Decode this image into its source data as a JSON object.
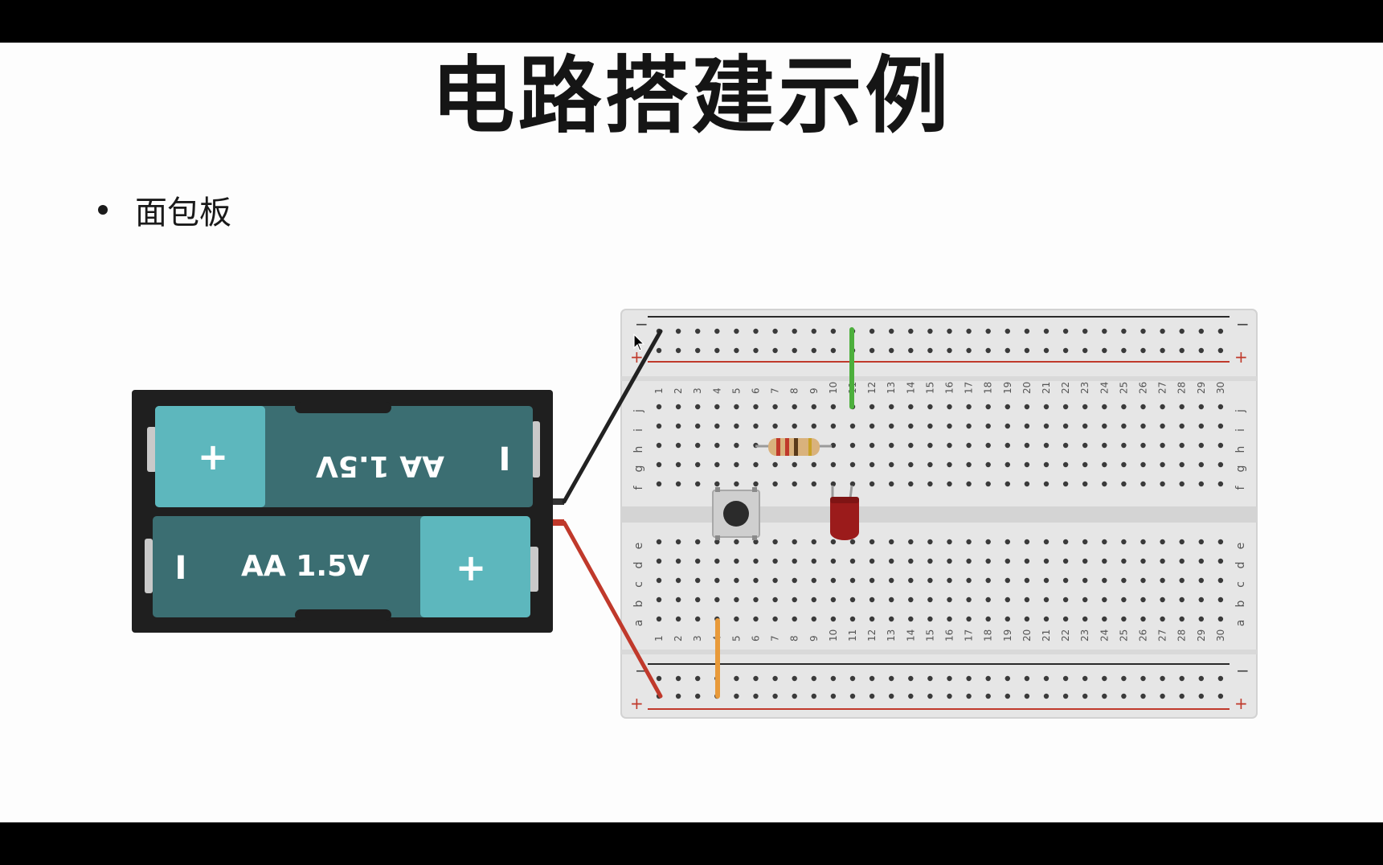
{
  "slide": {
    "title": "电路搭建示例",
    "bullets": [
      "面包板"
    ]
  },
  "battery_pack": {
    "cells": [
      {
        "label": "AA 1.5V",
        "orientation": "upside-down"
      },
      {
        "label": "AA 1.5V",
        "orientation": "normal"
      }
    ],
    "plus_symbol": "+",
    "minus_symbol": "I",
    "colors": {
      "case": "#1f1f1f",
      "cell_body": "#3b6e72",
      "cell_cap": "#5db7bd"
    }
  },
  "breadboard": {
    "rail_minus_symbol": "−",
    "rail_plus_symbol": "+",
    "column_numbers": [
      "1",
      "2",
      "3",
      "4",
      "5",
      "6",
      "7",
      "8",
      "9",
      "10",
      "11",
      "12",
      "13",
      "14",
      "15",
      "16",
      "17",
      "18",
      "19",
      "20",
      "21",
      "22",
      "23",
      "24",
      "25",
      "26",
      "27",
      "28",
      "29",
      "30"
    ],
    "row_letters_top": [
      "j",
      "i",
      "h",
      "g",
      "f"
    ],
    "row_letters_bottom": [
      "e",
      "d",
      "c",
      "b",
      "a"
    ],
    "components": [
      "pushbutton",
      "resistor",
      "red-led",
      "green-jumper",
      "orange-jumper"
    ],
    "colors": {
      "board": "#e6e6e6",
      "hole": "#3a3a3a",
      "minus_rail": "#2a2a2a",
      "plus_rail": "#c0392b",
      "wire_black": "#222222",
      "wire_red": "#c0392b",
      "jumper_green": "#4caf3c",
      "jumper_orange": "#e89a3a",
      "led": "#9b1b1b"
    }
  }
}
